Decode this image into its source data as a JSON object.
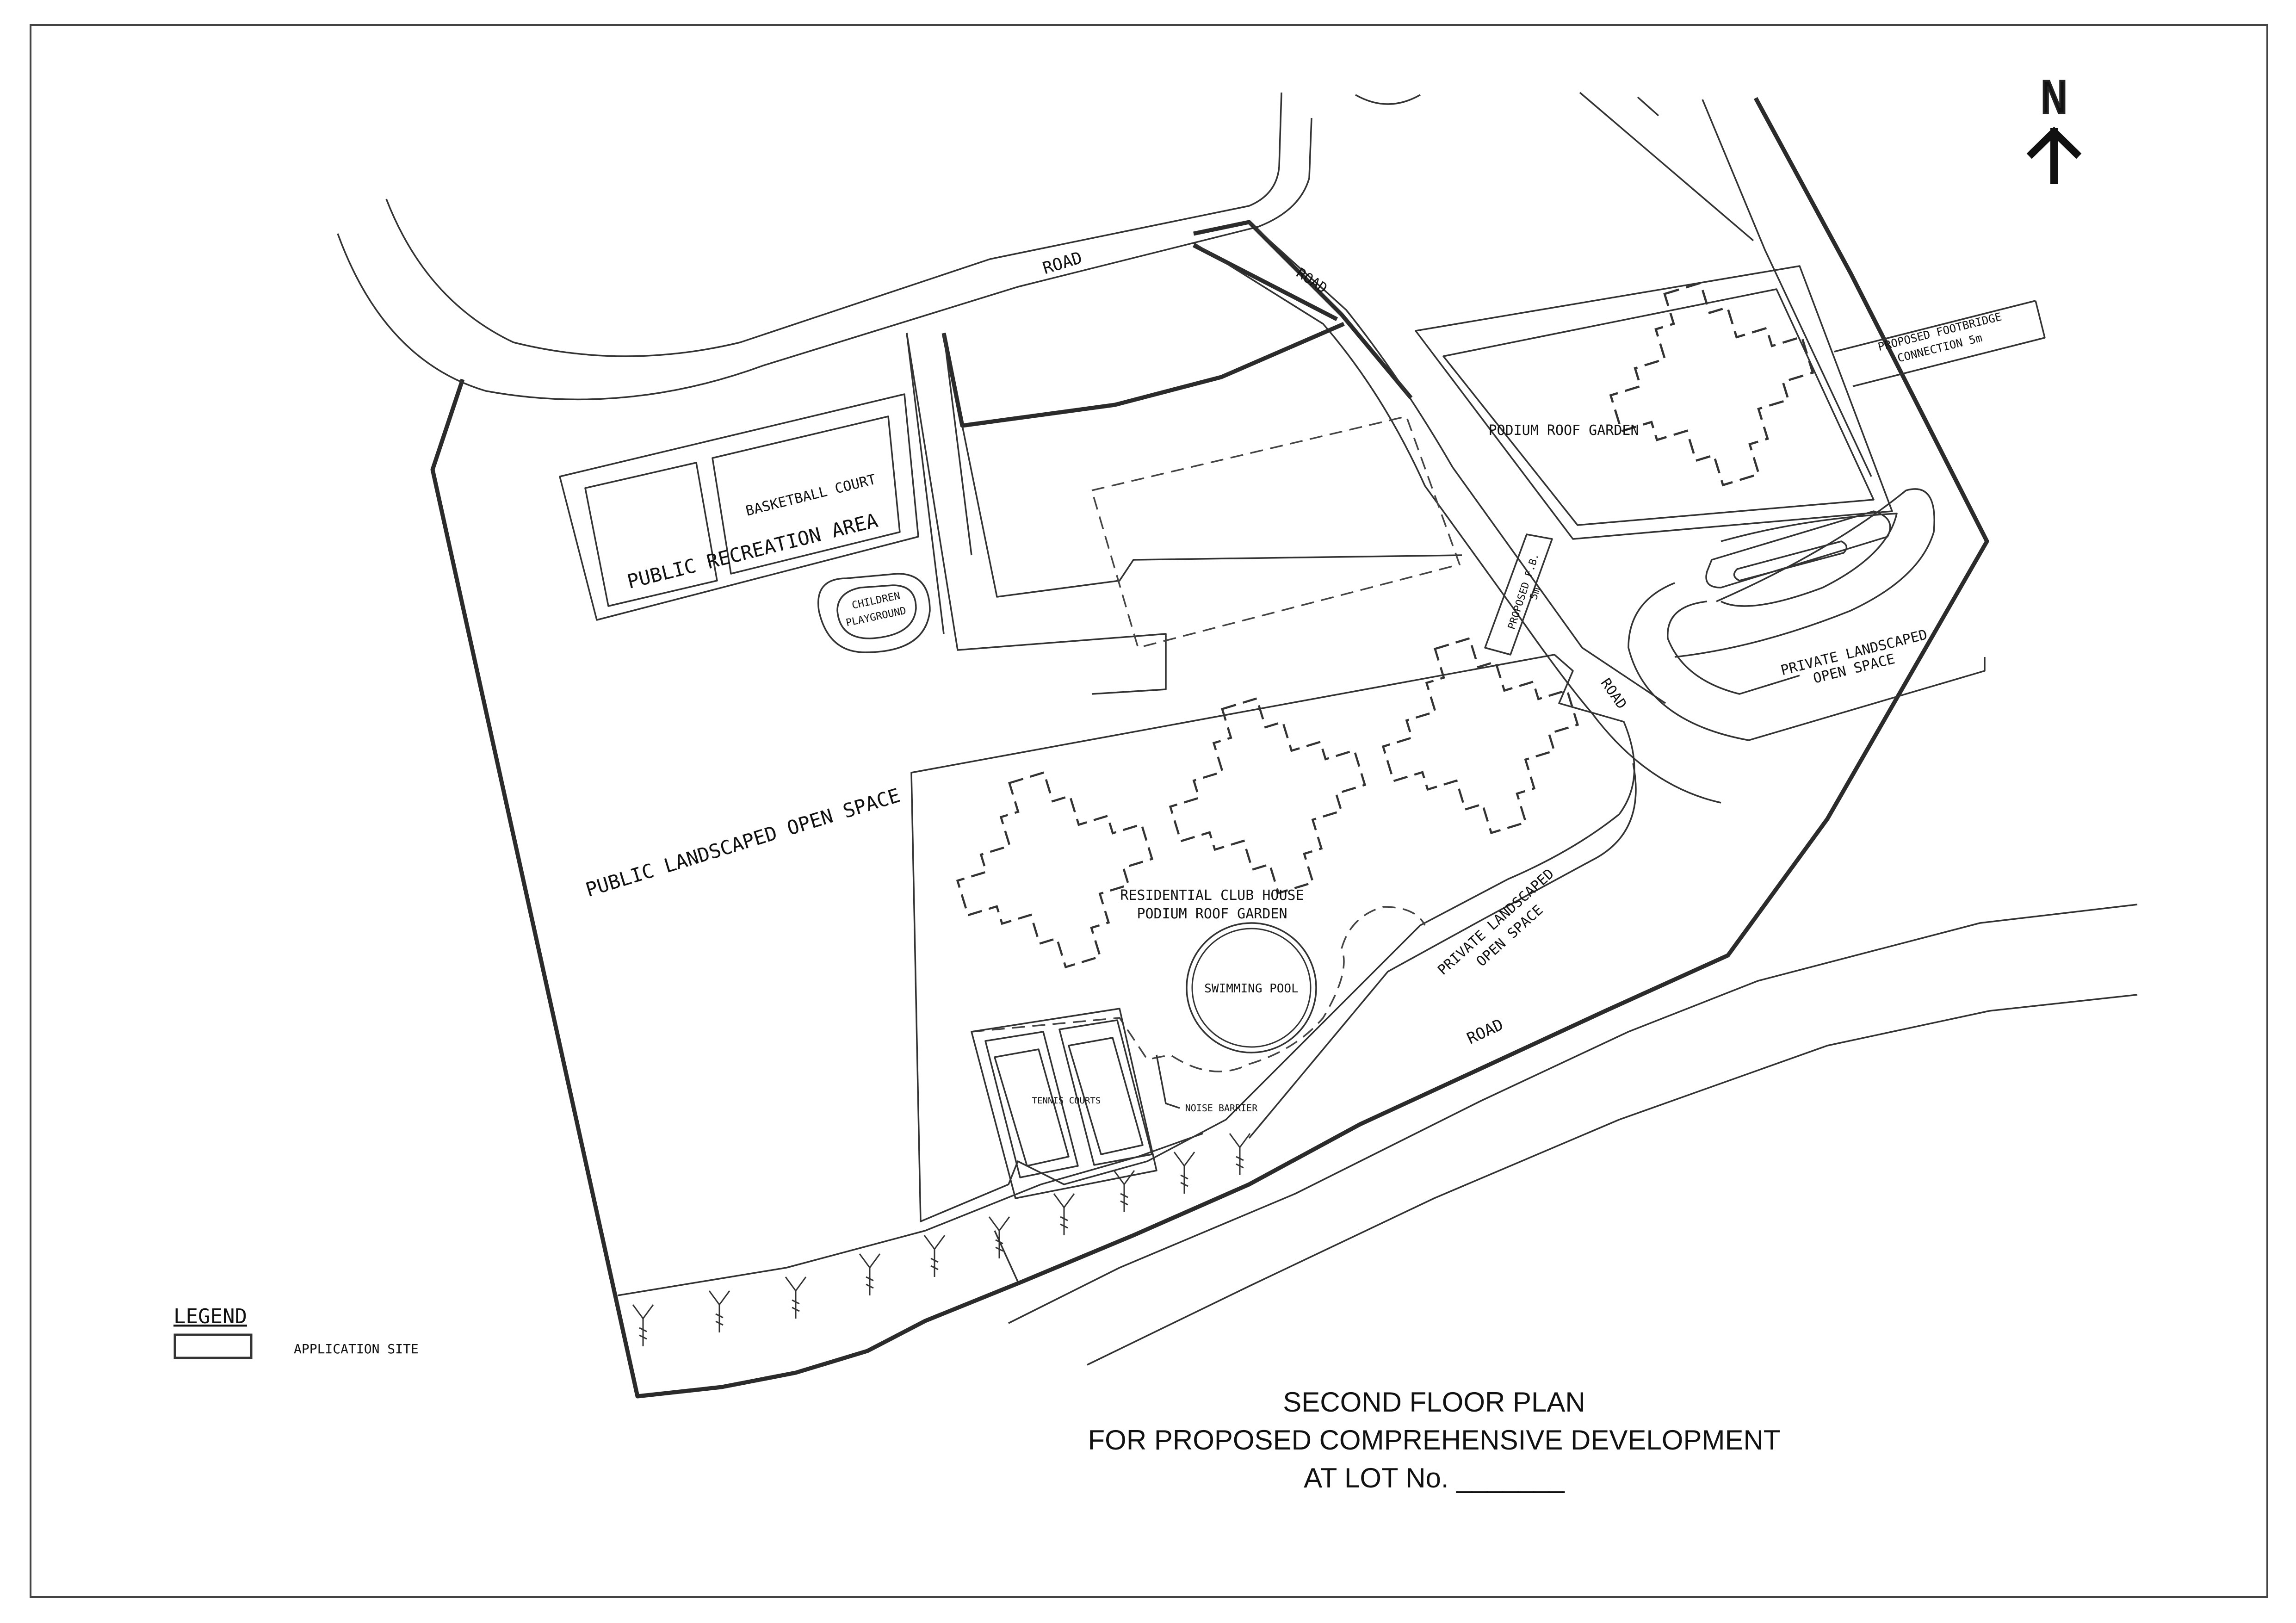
{
  "compass": {
    "letter": "N"
  },
  "roads": {
    "road_top": "ROAD",
    "road_link": "ROAD",
    "road_mid": "ROAD",
    "road_bottom": "ROAD"
  },
  "areas": {
    "basketball_court": "BASKETBALL COURT",
    "public_recreation_area": "PUBLIC RECREATION AREA",
    "children_playground_line1": "CHILDREN",
    "children_playground_line2": "PLAYGROUND",
    "public_landscaped_open_space": "PUBLIC LANDSCAPED OPEN SPACE",
    "podium_roof_garden": "PODIUM ROOF GARDEN",
    "proposed_footbridge_line1": "PROPOSED FOOTBRIDGE",
    "proposed_footbridge_line2": "CONNECTION 5m",
    "proposed_fb_line1": "PROPOSED F.B.",
    "proposed_fb_line2": "5m",
    "private_landscaped_east_line1": "PRIVATE LANDSCAPED",
    "private_landscaped_east_line2": "OPEN SPACE",
    "clubhouse_line1": "RESIDENTIAL CLUB HOUSE",
    "clubhouse_line2": "PODIUM ROOF GARDEN",
    "swimming_pool": "SWIMMING POOL",
    "tennis_courts": "TENNIS COURTS",
    "noise_barrier": "NOISE BARRIER",
    "private_landscaped_south_line1": "PRIVATE LANDSCAPED",
    "private_landscaped_south_line2": "OPEN SPACE"
  },
  "legend": {
    "title": "LEGEND",
    "application_site": "APPLICATION SITE"
  },
  "title_block": {
    "line1": "SECOND  FLOOR PLAN",
    "line2": "FOR PROPOSED COMPREHENSIVE DEVELOPMENT",
    "line3": "AT LOT No. _______"
  }
}
